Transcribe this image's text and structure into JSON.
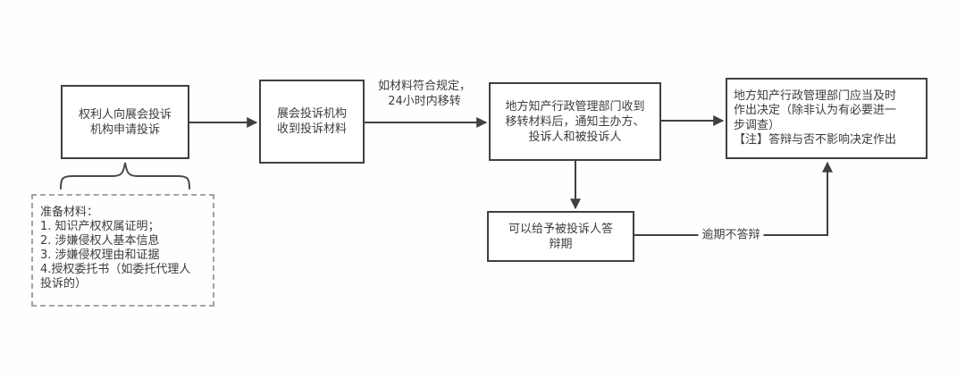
{
  "diagram": {
    "type": "flowchart",
    "colors": {
      "background": "#fefefe",
      "box_border": "#404040",
      "box_fill": "#ffffff",
      "text": "#3d3d3d",
      "line": "#404040",
      "dashed_border": "#a3a3a3",
      "brace": "#4a4a4a"
    },
    "nodes": [
      {
        "id": "apply",
        "text": "权利人向展会投诉\n机构申请投诉"
      },
      {
        "id": "receive",
        "text": "展会投诉机构\n收到投诉材料"
      },
      {
        "id": "notify",
        "text": "地方知产行政管理部门收到\n移转材料后，通知主办方、\n投诉人和被投诉人"
      },
      {
        "id": "decision",
        "text": "地方知产行政管理部门应当及时\n作出决定（除非认为有必要进一\n步调查）\n【注】答辩与否不影响决定作出"
      },
      {
        "id": "defense",
        "text": "可以给予被投诉人答\n辩期"
      },
      {
        "id": "materials_note",
        "text": "准备材料：\n1. 知识产权权属证明；\n2. 涉嫌侵权人基本信息\n3. 涉嫌侵权理由和证据\n4.授权委托书（如委托代理人\n投诉的）"
      }
    ],
    "edge_labels": [
      {
        "id": "transfer",
        "text": "如材料符合规定，\n24小时内移转"
      },
      {
        "id": "overdue",
        "text": "逾期不答辩"
      }
    ]
  }
}
